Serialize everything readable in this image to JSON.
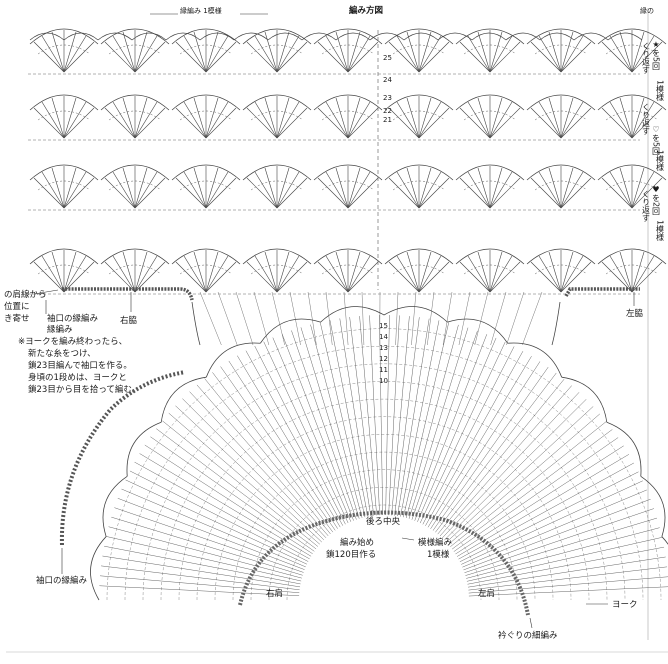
{
  "colors": {
    "background": "#ffffff",
    "ink": "#1a1a1a",
    "stitch": "#444444",
    "edging": "#777777",
    "edging_fill": "#cfcfcf",
    "frame_gray": "#d8d8d8"
  },
  "header": {
    "edging_pattern_label": "縁編み 1模様",
    "direction_label": "編み方図",
    "corner_label": "縁の"
  },
  "row_numbers": [
    "25",
    "24",
    "23",
    "22",
    "21",
    "15",
    "14",
    "13",
    "12",
    "11",
    "10"
  ],
  "right_notes": {
    "col1": [
      "★を5回",
      "くり返す",
      "1模様"
    ],
    "col2": [
      "♡を5回",
      "くり返す",
      "1模様"
    ],
    "col3": [
      "♥を2回",
      "くり返す",
      "1模様"
    ]
  },
  "left_notes": {
    "shoulder_pick": [
      "の肩線から",
      "位置に",
      "き寄せ"
    ],
    "cuff_edging_top": "袖口の縁編み"
  },
  "annotation": {
    "lines": [
      "※ヨークを編み終わったら、",
      "新たな糸をつけ、",
      "鎖23目編んで袖口を作る。",
      "身頃の1段めは、ヨークと",
      "鎖23目から目を拾って編む。"
    ]
  },
  "labels": {
    "right_side": "右脇",
    "left_side": "左脇",
    "back_center": "後ろ中央",
    "start_1": "編み始め",
    "start_2": "鎖120目作る",
    "pattern_1": "模様編み",
    "pattern_2": "1模様",
    "right_shoulder": "右肩",
    "left_shoulder": "左肩",
    "yoke": "ヨーク",
    "cuff_edging_bottom": "袖口の縁編み",
    "neck_edging": "衿ぐりの細編み"
  }
}
